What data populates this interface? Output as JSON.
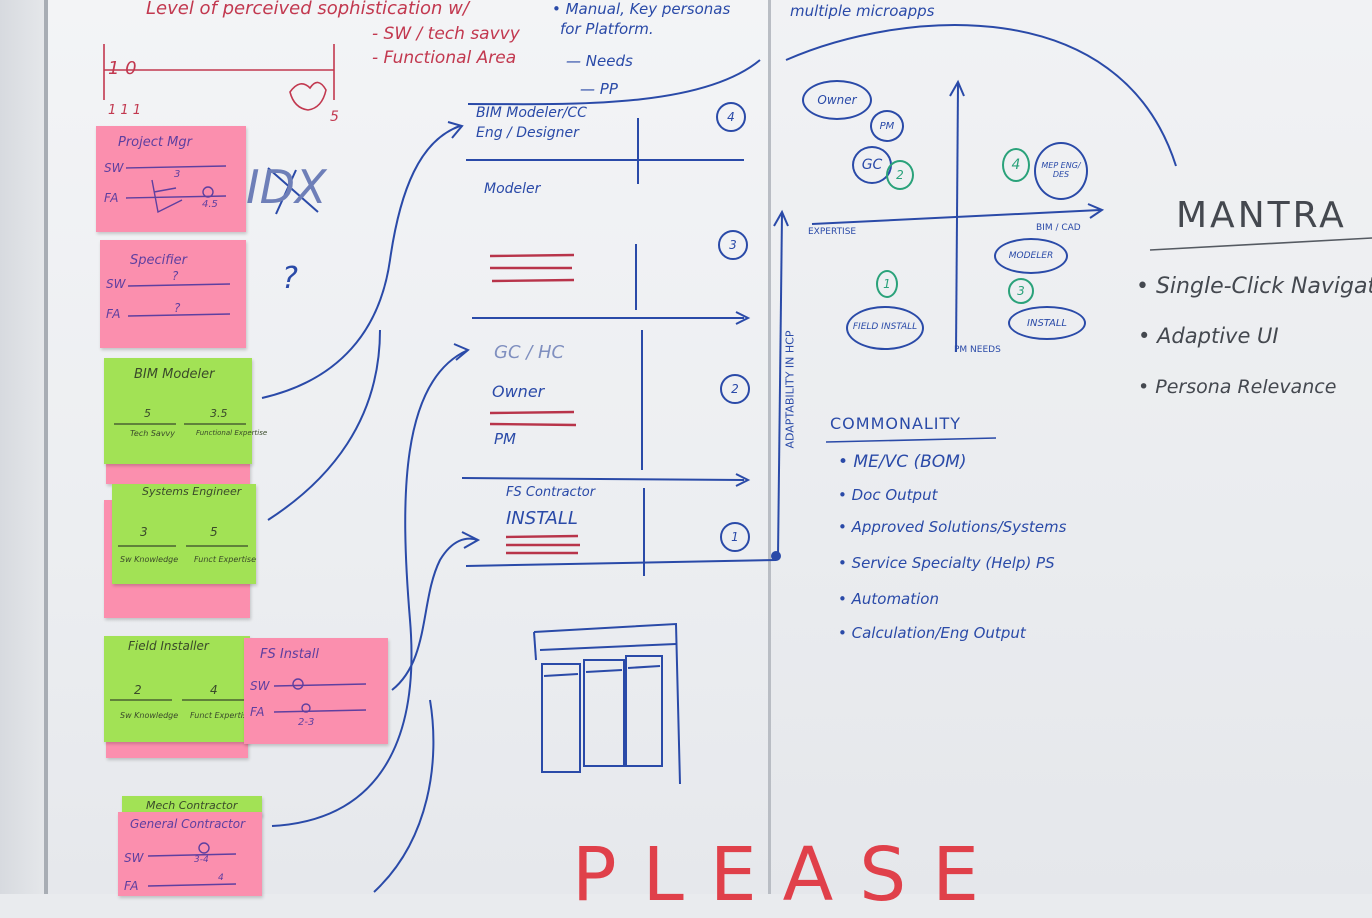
{
  "header_notes": {
    "line1": "Level of perceived sophistication w/",
    "line2": "- SW / tech savvy",
    "line3": "- Functional Area",
    "col1": "• Manual, Key personas",
    "col2": "for Platform.",
    "col3": "— Needs",
    "col4": "— PP",
    "right_top": "multiple microapps"
  },
  "scale_marks": {
    "left": "1 0",
    "right": "5",
    "small": "1 1 1"
  },
  "idx_label": "IDX",
  "question_mark": "?",
  "stickies": [
    {
      "title": "Project Mgr",
      "l1": "SW",
      "l2": "FA",
      "v1": "3",
      "v2": "4.5"
    },
    {
      "title": "Specifier",
      "l1": "SW",
      "l2": "FA",
      "v1": "?",
      "v2": "?"
    },
    {
      "title": "BIM Modeler",
      "v1": "5",
      "v2": "3.5",
      "c1": "Tech Savvy",
      "c2": "Functional Expertise"
    },
    {
      "title": "Systems Engineer",
      "v1": "3",
      "v2": "5",
      "c1": "Sw Knowledge",
      "c2": "Funct Expertise"
    },
    {
      "title": "Field Installer",
      "v1": "2",
      "v2": "4",
      "c1": "Sw Knowledge",
      "c2": "Funct Expertise"
    },
    {
      "title": "FS Install",
      "l1": "SW",
      "l2": "FA",
      "v2": "2-3"
    },
    {
      "title": "Mech Contractor",
      "sub": "General Contractor",
      "l1": "SW",
      "l2": "FA",
      "v1": "3-4",
      "v2": "4"
    }
  ],
  "levels": {
    "l4a": "BIM Modeler/CC",
    "l4b": "Eng / Designer",
    "l4c": "Modeler",
    "l2a": "GC / HC",
    "l2b": "Owner",
    "l2c": "PM",
    "l1a": "FS Contractor",
    "l1b": "INSTALL",
    "n4": "4",
    "n3": "3",
    "n2": "2",
    "n1": "1"
  },
  "axis": {
    "vertical": "ADAPTABILITY IN HCP",
    "x_label": "EXPERTISE",
    "y_label": "PM NEEDS"
  },
  "quadrant": {
    "owner": "Owner",
    "pm": "PM",
    "gc": "GC",
    "n2": "2",
    "n4": "4",
    "mep": "MEP ENG/ DES",
    "bim_left": "MODELER",
    "bim_right": "BIM / CAD",
    "n1": "1",
    "n3": "3",
    "field": "FIELD INSTALL",
    "install": "INSTALL"
  },
  "commonality": {
    "title": "COMMONALITY",
    "items": [
      "• ME/VC (BOM)",
      "• Doc Output",
      "• Approved Solutions/Systems",
      "• Service Specialty (Help) PS",
      "• Automation",
      "• Calculation/Eng Output"
    ]
  },
  "mantra": {
    "title": "MANTRA",
    "items": [
      "• Single-Click Navigation",
      "• Adaptive UI",
      "• Persona Relevance"
    ]
  },
  "bottom_text": "PLEASE"
}
